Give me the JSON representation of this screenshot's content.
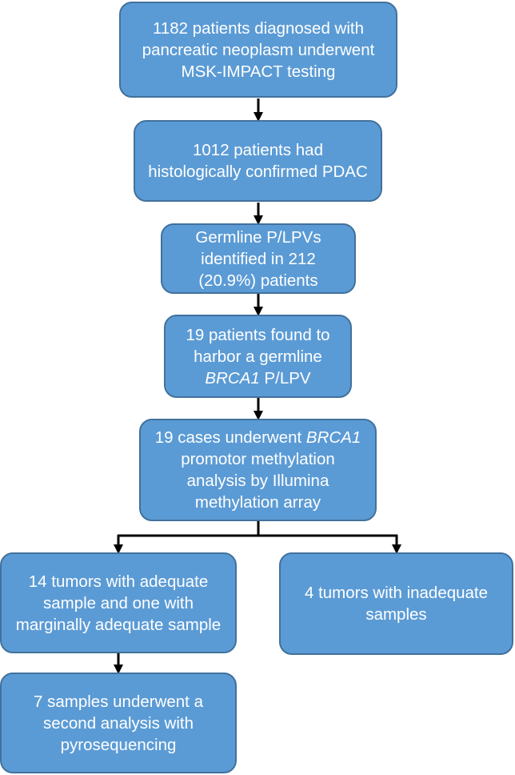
{
  "flowchart": {
    "steps": [
      {
        "id": "msk",
        "lines": [
          "1182 patients diagnosed with",
          "pancreatic neoplasm underwent",
          "MSK-IMPACT testing"
        ]
      },
      {
        "id": "pdac",
        "lines": [
          "1012 patients had",
          "histologically confirmed PDAC"
        ]
      },
      {
        "id": "plpv",
        "lines": [
          "Germline P/LPVs",
          "identified in 212",
          "(20.9%) patients"
        ]
      },
      {
        "id": "brca1-carriers",
        "lines": [
          "19 patients found to",
          "harbor a germline"
        ],
        "italic": "BRCA1",
        "rest": " P/LPV"
      },
      {
        "id": "methylation",
        "first_pre": "19 cases underwent ",
        "first_italic": "BRCA1",
        "lines": [
          "promotor methylation",
          "analysis by Illumina",
          "methylation array"
        ]
      },
      {
        "id": "adequate",
        "lines": [
          "14 tumors with adequate",
          "sample and one with",
          "marginally adequate sample"
        ]
      },
      {
        "id": "inadequate",
        "lines": [
          "4 tumors with inadequate",
          "samples"
        ]
      },
      {
        "id": "pyro",
        "lines": [
          "7 samples underwent a",
          "second analysis with",
          "pyrosequencing"
        ]
      }
    ]
  },
  "colors": {
    "box_fill": "#5b9bd5",
    "box_border": "#41719c",
    "arrow": "#000000",
    "text": "#ffffff"
  }
}
